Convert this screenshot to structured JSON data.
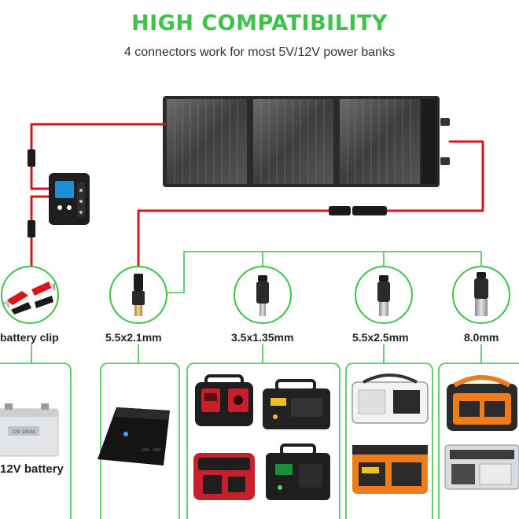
{
  "header": {
    "title": "HIGH COMPATIBILITY",
    "subtitle": "4 connectors work for most 5V/12V power banks"
  },
  "connectors": [
    {
      "label": "battery clip"
    },
    {
      "label": "5.5x2.1mm"
    },
    {
      "label": "3.5x1.35mm"
    },
    {
      "label": "5.5x2.5mm"
    },
    {
      "label": "8.0mm"
    }
  ],
  "devices": {
    "battery_label": "12V battery",
    "battery_print": "12V 100Ah"
  },
  "colors": {
    "accent_green": "#3fc24a",
    "cable_red": "#d9141b",
    "panel_dark": "#2a2a2a",
    "station_orange": "#f07b1a"
  },
  "icons": [
    "solar-panel-icon",
    "charge-controller-icon",
    "battery-clip-icon",
    "dc-plug-icon",
    "power-bank-icon",
    "portable-power-station-icon",
    "lead-acid-battery-icon"
  ]
}
